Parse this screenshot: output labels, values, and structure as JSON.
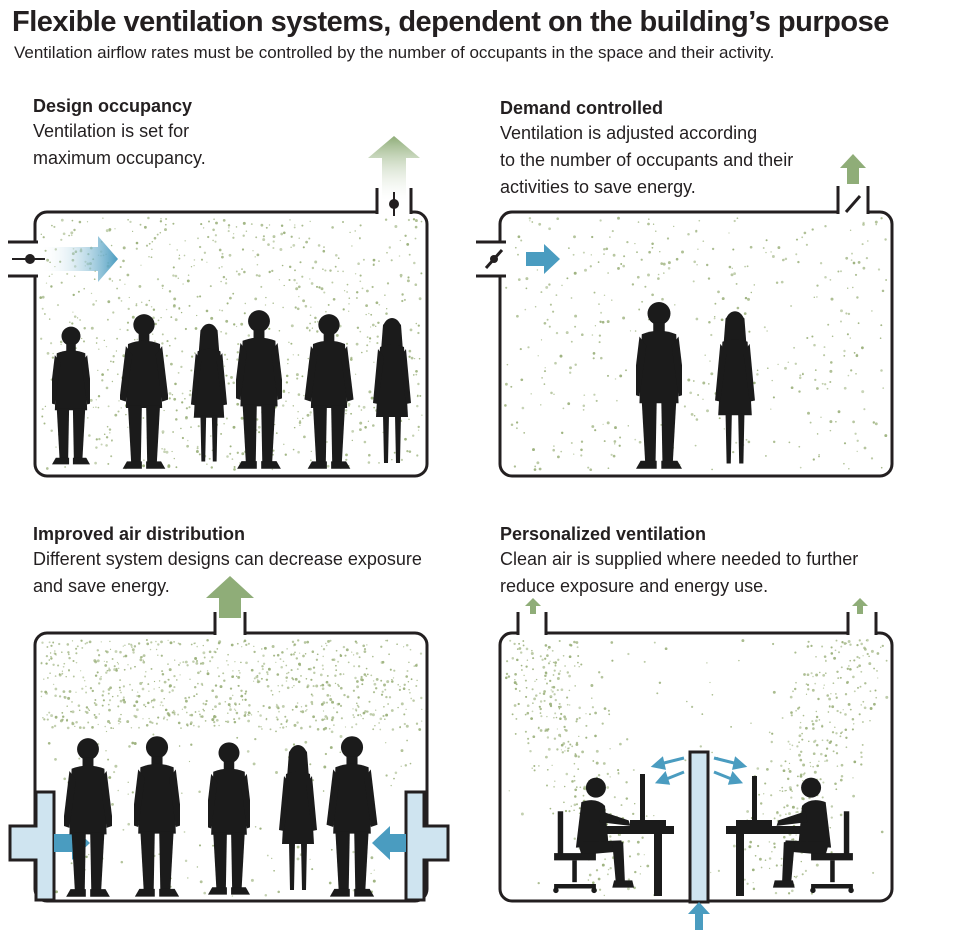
{
  "header": {
    "title": "Flexible ventilation systems, dependent on the building’s purpose",
    "subtitle": "Ventilation airflow rates must be controlled by the number of occupants in the space and their activity."
  },
  "panels": [
    {
      "title": "Design occupancy",
      "description": "Ventilation is set for\nmaximum occupancy."
    },
    {
      "title": "Demand controlled",
      "description": "Ventilation is adjusted according\nto the number of occupants and their\nactivities to save energy."
    },
    {
      "title": "Improved air distribution",
      "description": "Different system designs can decrease exposure\nand save energy."
    },
    {
      "title": "Personalized ventilation",
      "description": "Clean air is supplied where needed to further\nreduce exposure and energy use."
    }
  ],
  "colors": {
    "outline": "#231f20",
    "particle": "#9db27e",
    "supply_air": "#4a9cc0",
    "supply_duct": "#cfe4f0",
    "exhaust_air": "#8fad78",
    "silhouette": "#1b1b1b"
  }
}
